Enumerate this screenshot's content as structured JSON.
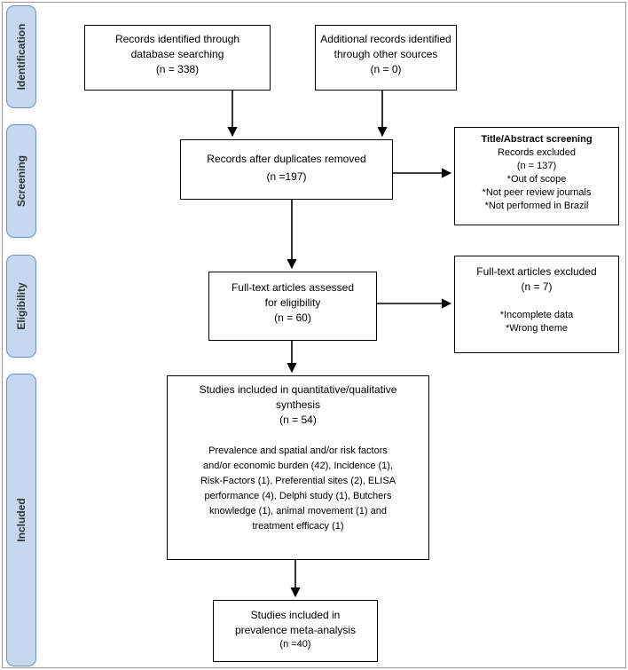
{
  "phases": {
    "identification": "Identification",
    "screening": "Screening",
    "eligibility": "Eligibility",
    "included": "Included"
  },
  "boxes": {
    "database_records": {
      "lines": [
        "Records identified through",
        "database searching",
        "(n = 338)"
      ]
    },
    "other_sources": {
      "lines": [
        "Additional records identified",
        "through other sources",
        "(n = 0)"
      ]
    },
    "after_duplicates": {
      "lines": [
        "Records after duplicates removed",
        "(n =197)"
      ]
    },
    "title_abstract_screening": {
      "heading": "Title/Abstract screening",
      "lines": [
        "Records excluded",
        "(n = 137)",
        "*Out of scope",
        "*Not peer review journals",
        "*Not performed in Brazil"
      ]
    },
    "full_text_assessed": {
      "lines": [
        "Full-text articles assessed",
        "for eligibility",
        "(n = 60)"
      ]
    },
    "full_text_excluded": {
      "lines": [
        "Full-text articles excluded",
        "(n = 7)",
        "*Incomplete data",
        "*Wrong theme"
      ]
    },
    "studies_included": {
      "lines": [
        "Studies included in quantitative/qualitative",
        "synthesis",
        "(n = 54)"
      ],
      "details": [
        "Prevalence and  spatial and/or risk factors",
        "and/or economic burden (42), Incidence (1),",
        "Risk-Factors (1), Preferential sites (2), ELISA",
        "performance (4), Delphi study (1), Butchers",
        "knowledge (1), animal movement (1) and",
        "treatment efficacy (1)"
      ]
    },
    "meta_analysis": {
      "lines": [
        "Studies included in",
        "prevalence meta-analysis",
        "(n =40)"
      ]
    }
  },
  "colors": {
    "phase_fill": "#c5d8ef",
    "phase_border": "#6d8fc2",
    "box_border": "#000000"
  }
}
